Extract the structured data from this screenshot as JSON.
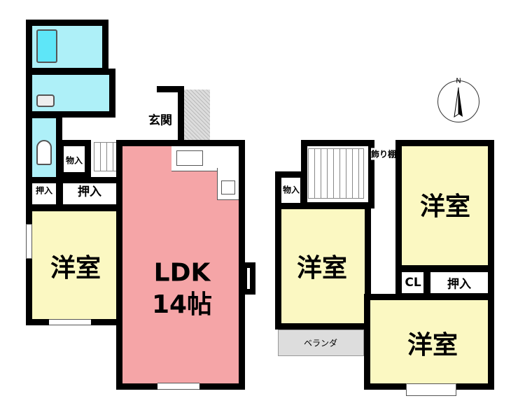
{
  "floor1": {
    "ldk_label": "LDK",
    "ldk_size": "14帖",
    "western_room": "洋室",
    "entrance": "玄関",
    "closet_small": "押入",
    "closet_large": "押入",
    "storage": "物入"
  },
  "floor2": {
    "room_left": "洋室",
    "room_top_right": "洋室",
    "room_bottom_right": "洋室",
    "storage": "物入",
    "display_shelf": "飾り棚",
    "closet_cl": "CL",
    "closet": "押入",
    "veranda": "ベランダ"
  },
  "compass": {
    "north": "N"
  },
  "colors": {
    "western": "#fbf8c2",
    "ldk": "#f5a5a7",
    "wet": "#aef0f8",
    "wall": "#000000"
  }
}
